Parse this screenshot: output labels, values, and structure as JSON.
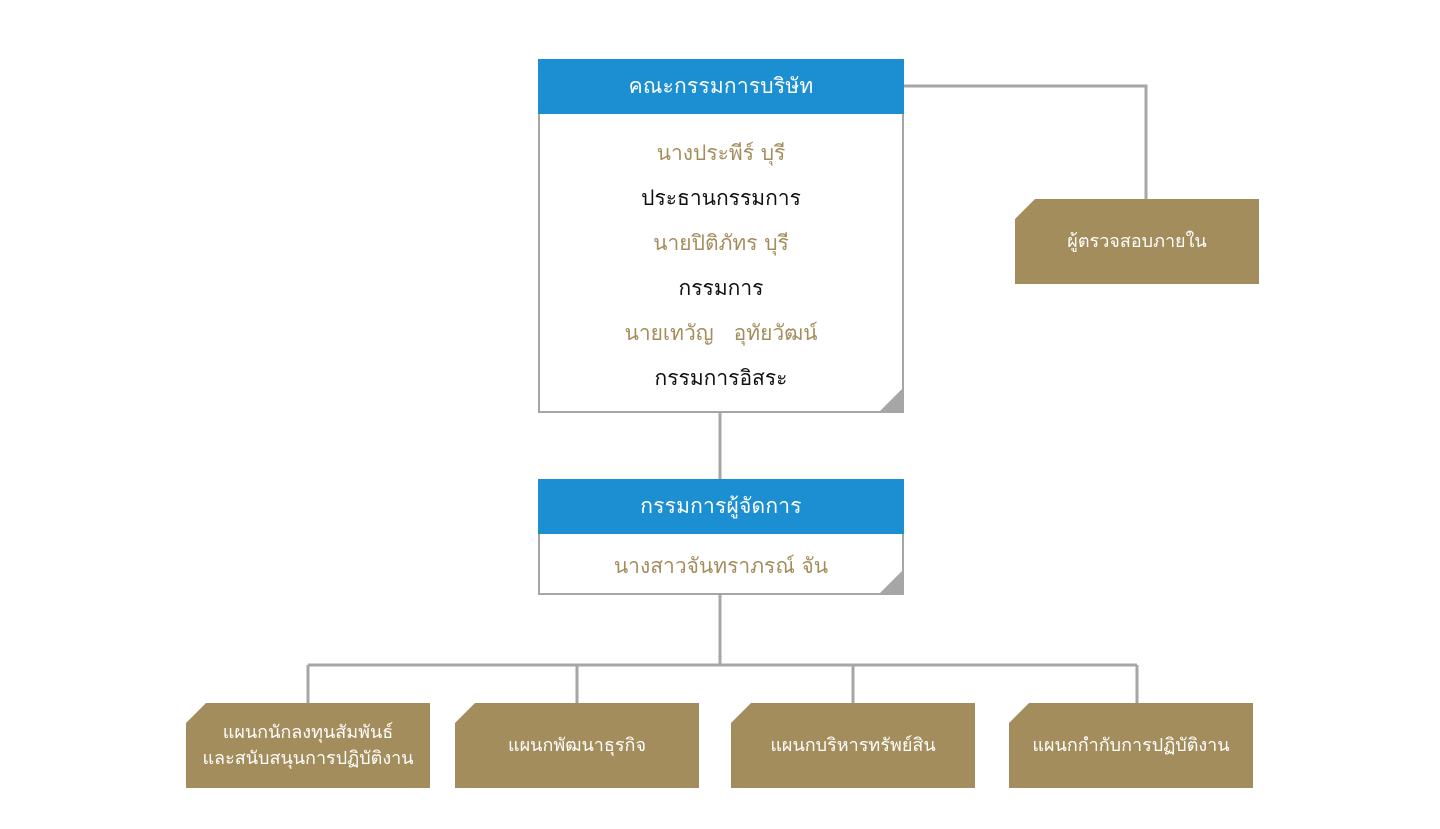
{
  "board": {
    "title": "คณะกรรมการบริษัท",
    "members": [
      {
        "name": "นางประพีร์ บุรี",
        "role": "ประธานกรรมการ"
      },
      {
        "name": "นายปิติภัทร บุรี",
        "role": "กรรมการ"
      },
      {
        "name": "นายเทวัญ   อุทัยวัฒน์",
        "role": "กรรมการอิสระ"
      }
    ]
  },
  "auditor": {
    "label": "ผู้ตรวจสอบภายใน"
  },
  "managing_director": {
    "title": "กรรมการผู้จัดการ",
    "name": "นางสาวจันทราภรณ์ จัน"
  },
  "departments": [
    {
      "line1": "แผนกนักลงทุนสัมพันธ์",
      "line2": "และสนับสนุนการปฏิบัติงาน"
    },
    {
      "line1": "แผนกพัฒนาธุรกิจ"
    },
    {
      "line1": "แผนกบริหารทรัพย์สิน"
    },
    {
      "line1": "แผนกกำกับการปฏิบัติงาน"
    }
  ],
  "colors": {
    "header_blue": "#1b8fd2",
    "gold": "#a48d5c",
    "connector_gray": "#a6a6a6"
  }
}
